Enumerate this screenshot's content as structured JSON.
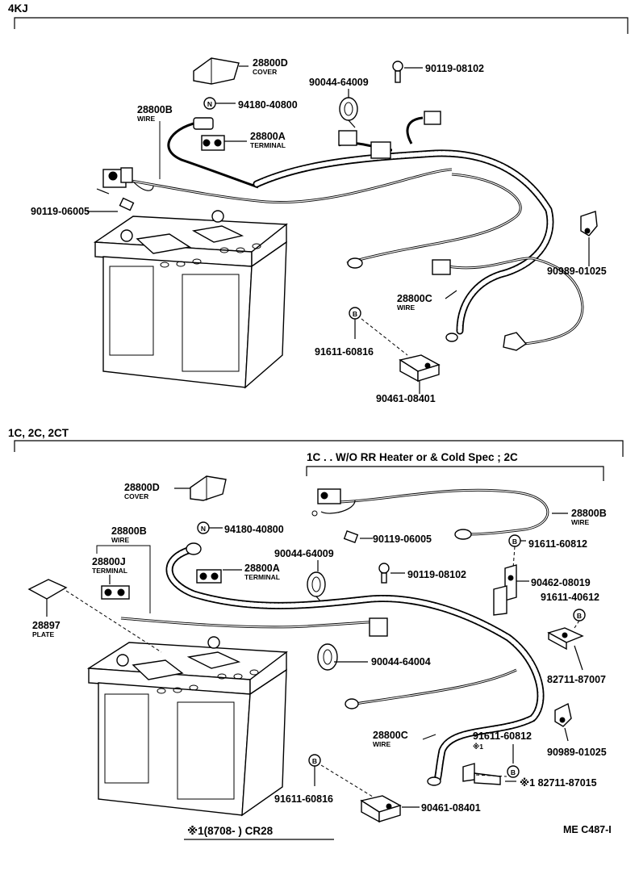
{
  "sections": {
    "top": {
      "label": "4KJ",
      "parts": {
        "p28800D": "28800D",
        "p28800D_sub": "COVER",
        "p90119_08102": "90119-08102",
        "p90044_64009": "90044-64009",
        "p28800B": "28800B",
        "p28800B_sub": "WIRE",
        "p94180_40800": "94180-40800",
        "p28800A": "28800A",
        "p28800A_sub": "TERMINAL",
        "p90119_06005": "90119-06005",
        "p90989_01025": "90989-01025",
        "p28800C": "28800C",
        "p28800C_sub": "WIRE",
        "p91611_60816": "91611-60816",
        "p90461_08401": "90461-08401",
        "circle_N": "N",
        "circle_B": "B"
      }
    },
    "bottom": {
      "label": "1C, 2C, 2CT",
      "sub_label": "1C . . W/O RR Heater or & Cold Spec ; 2C",
      "parts": {
        "p28800D": "28800D",
        "p28800D_sub": "COVER",
        "p28800B_left": "28800B",
        "p28800B_left_sub": "WIRE",
        "p94180_40800": "94180-40800",
        "p28800J": "28800J",
        "p28800J_sub": "TERMINAL",
        "p28800A": "28800A",
        "p28800A_sub": "TERMINAL",
        "p90044_64009": "90044-64009",
        "p28897": "28897",
        "p28897_sub": "PLATE",
        "p28800B_right": "28800B",
        "p28800B_right_sub": "WIRE",
        "p90119_06005": "90119-06005",
        "p91611_60812_a": "91611-60812",
        "p90119_08102": "90119-08102",
        "p90462_08019": "90462-08019",
        "p91611_40612": "91611-40612",
        "p90044_64004": "90044-64004",
        "p82711_87007": "82711-87007",
        "p28800C": "28800C",
        "p28800C_sub": "WIRE",
        "p91611_60812_b": "91611-60812",
        "p91611_60812_b_note": "※1",
        "p90989_01025": "90989-01025",
        "p82711_87015": "※1 82711-87015",
        "p91611_60816": "91611-60816",
        "p90461_08401": "90461-08401",
        "circle_N": "N",
        "circle_B": "B"
      }
    }
  },
  "footnote": "※1(8708-          ) CR28",
  "figure_code": "ME C487-I"
}
